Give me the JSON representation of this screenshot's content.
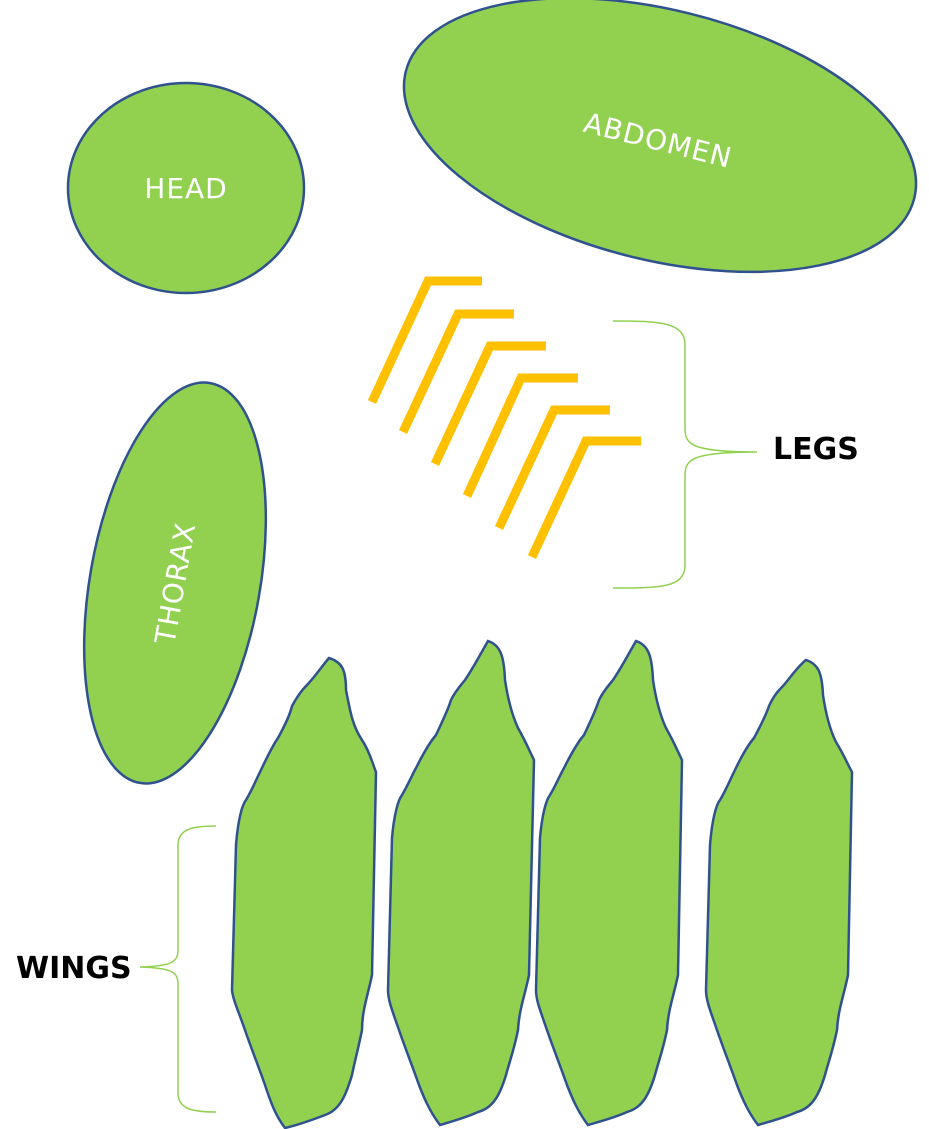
{
  "labels": {
    "head": "HEAD",
    "abdomen": "ABDOMEN",
    "thorax": "THORAX",
    "legs": "LEGS",
    "wings": "WINGS"
  },
  "counts": {
    "legs": 6,
    "wings": 4
  },
  "colors": {
    "body_fill": "#92d050",
    "body_outline": "#2f528f",
    "legs": "#ffc000",
    "brace": "#92d050",
    "part_text": "#ffffff",
    "group_text": "#000000"
  }
}
